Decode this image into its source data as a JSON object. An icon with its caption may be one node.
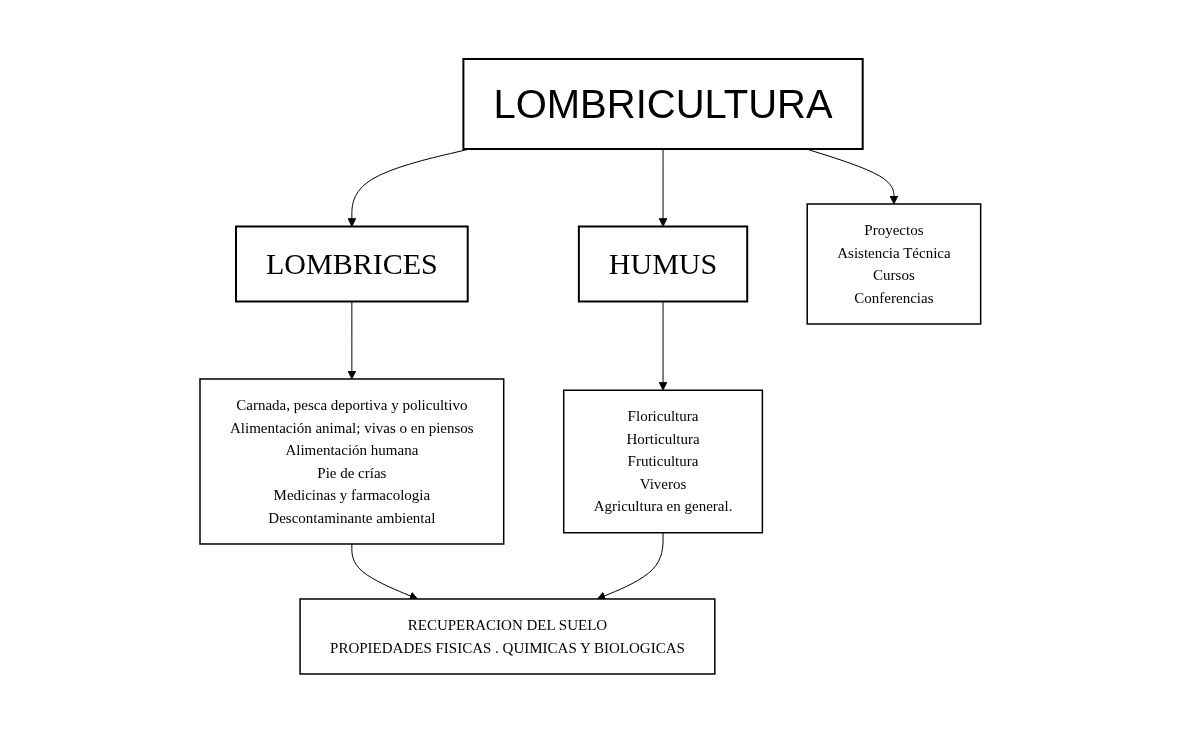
{
  "diagram": {
    "nodes": [
      {
        "text": [
          "LOMBRICULTURA"
        ]
      },
      {
        "text": [
          "LOMBRICES"
        ]
      },
      {
        "text": [
          "HUMUS"
        ]
      },
      {
        "text": [
          "Carnada, pesca deportiva y policultivo",
          "Alimentación animal; vivas o en piensos",
          "Alimentación humana",
          "Pie de crías",
          "Medicinas y farmacologia",
          "Descontaminante ambiental"
        ]
      },
      {
        "text": [
          "Floricultura",
          "Horticultura",
          "Fruticultura",
          "Viveros",
          "Agricultura en general."
        ]
      },
      {
        "text": [
          "Proyectos",
          "Asistencia Técnica",
          "Cursos",
          "Conferencias"
        ]
      },
      {
        "text": [
          "RECUPERACION DEL SUELO",
          "PROPIEDADES FISICAS . QUIMICAS Y BIOLOGICAS"
        ]
      }
    ],
    "edges": [
      {
        "from": 0,
        "to": 1,
        "arrow": "to"
      },
      {
        "from": 0,
        "to": 2,
        "arrow": "to"
      },
      {
        "from": 0,
        "to": 5,
        "arrow": "to"
      },
      {
        "from": 1,
        "to": 3,
        "arrow": "to"
      },
      {
        "from": 2,
        "to": 4,
        "arrow": "to"
      },
      {
        "from": 3,
        "to": 6,
        "arrow": "to"
      },
      {
        "from": 4,
        "to": 6,
        "arrow": "to"
      }
    ]
  }
}
